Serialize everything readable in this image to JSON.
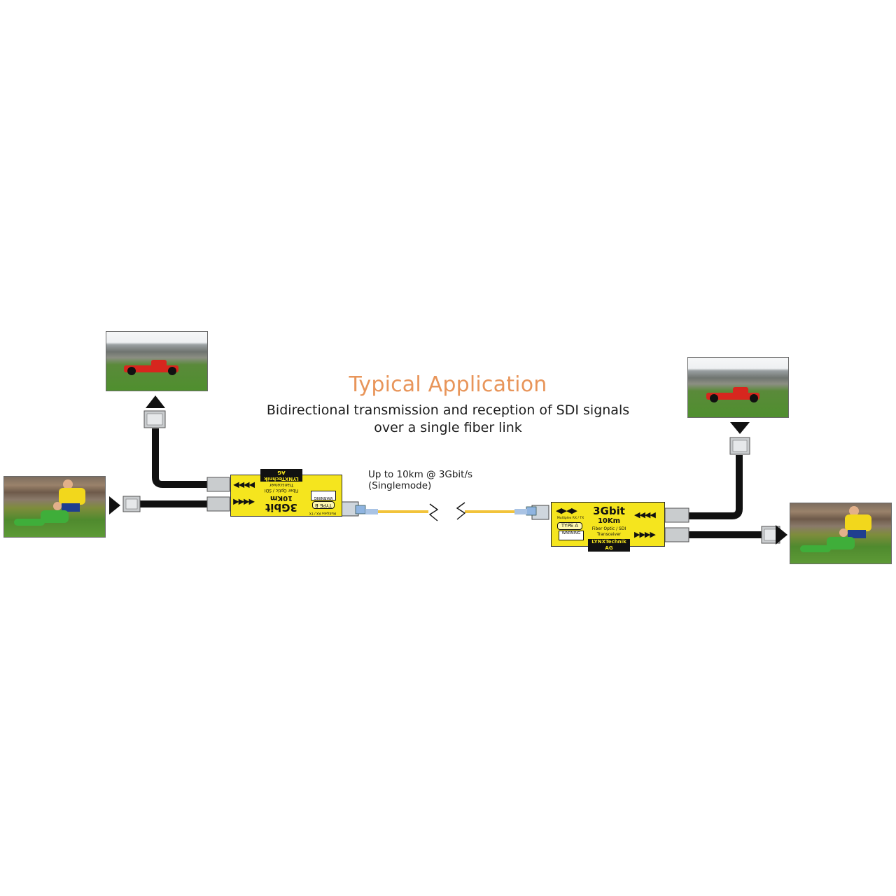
{
  "title": "Typical Application",
  "subtitle_line1": "Bidirectional transmission and reception of SDI signals",
  "subtitle_line2": "over a single fiber link",
  "fiber_label_line1": "Up to 10km @ 3Gbit/s",
  "fiber_label_line2": "(Singlemode)",
  "devices": {
    "left": {
      "speed": "3Gbit",
      "distance": "10Km",
      "desc_line1": "Fiber Optic / SDI",
      "desc_line2": "Transceiver",
      "type": "TYPE B",
      "mode": "Multiplex RX / TX",
      "warning": "WARNING",
      "brand": "LYNXTechnik AG"
    },
    "right": {
      "speed": "3Gbit",
      "distance": "10Km",
      "desc_line1": "Fiber Optic / SDI",
      "desc_line2": "Transceiver",
      "type": "TYPE A",
      "mode": "Multiplex RX / TX",
      "warning": "WARNING",
      "brand": "LYNXTechnik AG"
    }
  },
  "colors": {
    "title": "#e8955a",
    "device_yellow": "#f5e51e",
    "fiber_yellow": "#f2c33a",
    "cable_black": "#111111",
    "connector_blue": "#8fb4e0"
  },
  "icons": [
    "arrow-up-icon",
    "arrow-down-icon",
    "arrow-right-icon",
    "bnc-connector-icon",
    "fiber-break-icon"
  ]
}
